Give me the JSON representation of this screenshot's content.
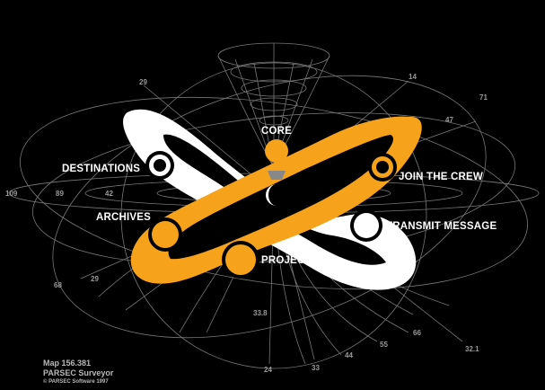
{
  "nav": {
    "core": "CORE",
    "destinations": "DESTINATIONS",
    "join": "JOIN THE CREW",
    "archives": "ARCHIVES",
    "transmit": "TRANSMIT MESSAGE",
    "projects": "PROJECTS"
  },
  "scale": {
    "n29a": "29",
    "n14": "14",
    "n71": "71",
    "n47": "47",
    "n109": "109",
    "n89": "89",
    "n42": "42",
    "n68": "68",
    "n29b": "29",
    "n338": "33.8",
    "n66": "66",
    "n55": "55",
    "n44": "44",
    "n321": "32.1",
    "n24": "24",
    "n33": "33"
  },
  "footer": {
    "map": "Map 156.381",
    "product": "PARSEC Surveyor",
    "copyright": "© PARSEC Software 1997"
  },
  "colors": {
    "accent": "#f7a21b",
    "ink": "#ffffff",
    "grid": "#9a9a9a",
    "background": "#000000"
  }
}
